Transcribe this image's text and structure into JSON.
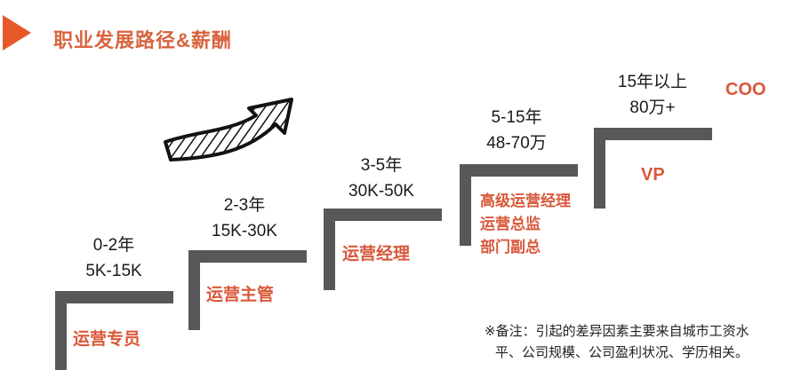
{
  "header": {
    "title": "职业发展路径&薪酬",
    "marker_color": "#e8572a",
    "title_color": "#d9643f"
  },
  "colors": {
    "step_bar": "#58585a",
    "role_text": "#d9583a",
    "info_text": "#1a1a1a"
  },
  "icons": {
    "growth_arrow": "hatched-curved-up-arrow"
  },
  "steps": [
    {
      "years": "0-2年",
      "salary": "5K-15K",
      "roles": [
        "运营专员"
      ]
    },
    {
      "years": "2-3年",
      "salary": "15K-30K",
      "roles": [
        "运营主管"
      ]
    },
    {
      "years": "3-5年",
      "salary": "30K-50K",
      "roles": [
        "运营经理"
      ]
    },
    {
      "years": "5-15年",
      "salary": "48-70万",
      "roles": [
        "高级运营经理",
        "运营总监",
        "部门副总"
      ]
    },
    {
      "years": "15年以上",
      "salary": "80万+",
      "roles": [
        "VP"
      ]
    }
  ],
  "top_role": "COO",
  "note": {
    "line1": "※备注：引起的差异因素主要来自城市工资水",
    "line2": "平、公司规模、公司盈利状况、学历相关。"
  }
}
